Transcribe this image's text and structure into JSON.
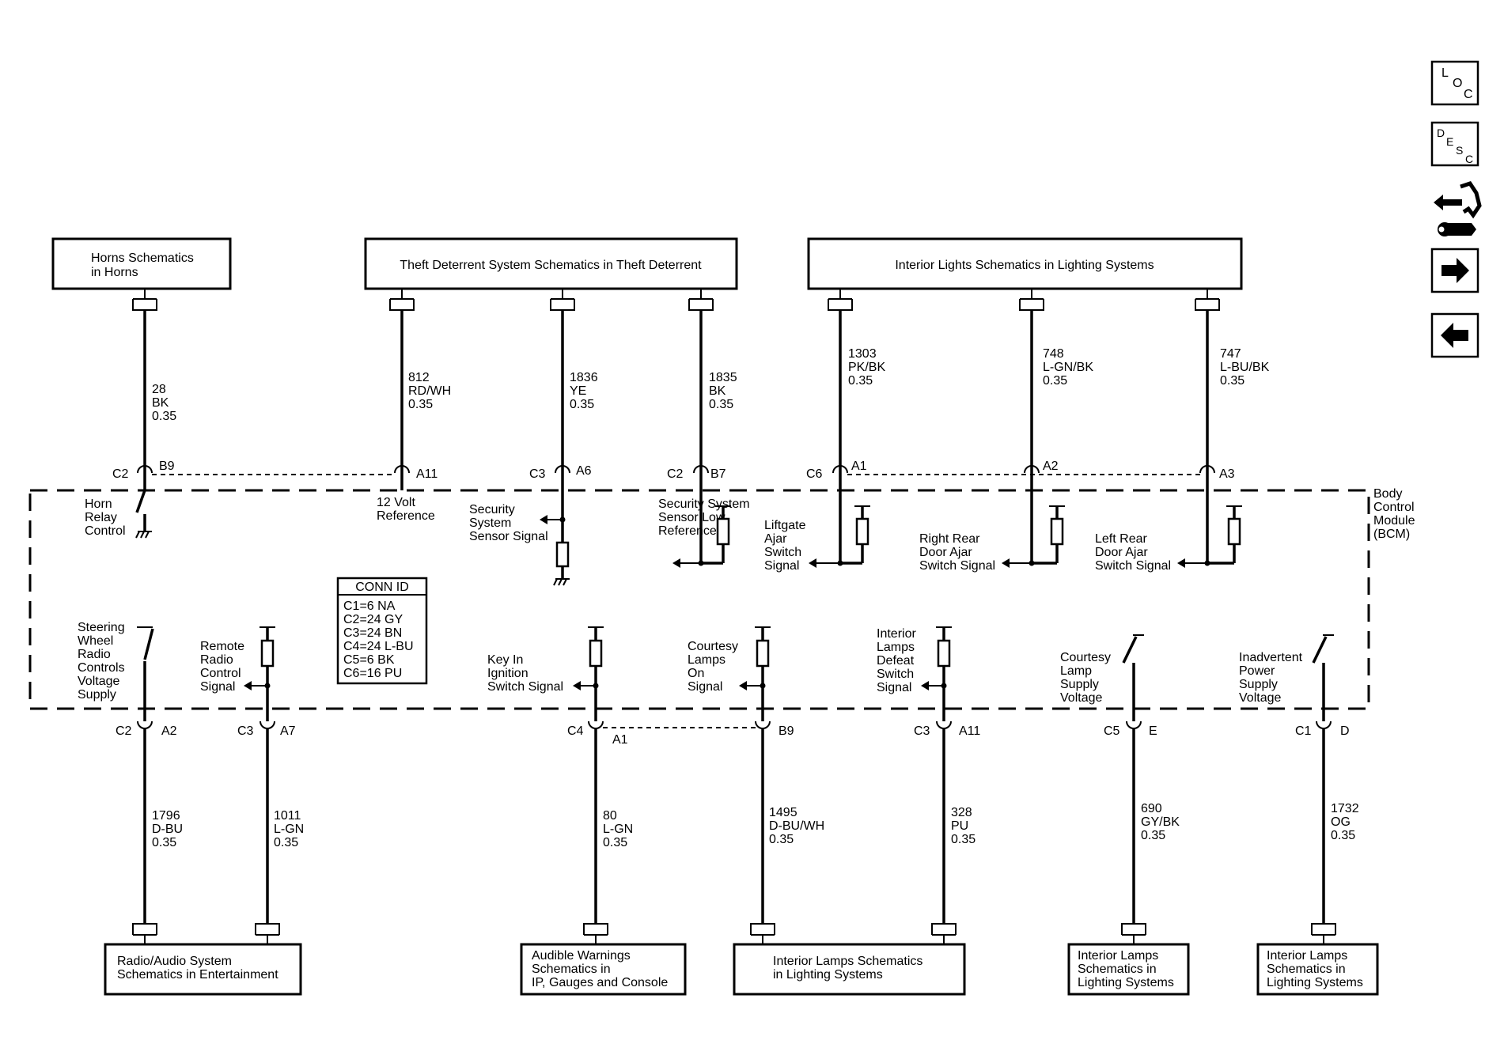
{
  "nav": {
    "loc": [
      "L",
      "O",
      "C"
    ],
    "desc": [
      "D",
      "E",
      "S",
      "C"
    ]
  },
  "top_boxes": {
    "horns": [
      "Horns Schematics",
      "in Horns"
    ],
    "theft": "Theft Deterrent System Schematics in Theft Deterrent",
    "interior": "Interior Lights Schematics in Lighting Systems"
  },
  "top_wires": [
    {
      "circuit": "28",
      "color": "BK",
      "size": "0.35",
      "conn": "C2",
      "pin": "B9"
    },
    {
      "circuit": "812",
      "color": "RD/WH",
      "size": "0.35",
      "conn": "",
      "pin": "A11"
    },
    {
      "circuit": "1836",
      "color": "YE",
      "size": "0.35",
      "conn": "C3",
      "pin": "A6"
    },
    {
      "circuit": "1835",
      "color": "BK",
      "size": "0.35",
      "conn": "C2",
      "pin": "B7"
    },
    {
      "circuit": "1303",
      "color": "PK/BK",
      "size": "0.35",
      "conn": "C6",
      "pin": "A1"
    },
    {
      "circuit": "748",
      "color": "L-GN/BK",
      "size": "0.35",
      "conn": "",
      "pin": "A2"
    },
    {
      "circuit": "747",
      "color": "L-BU/BK",
      "size": "0.35",
      "conn": "",
      "pin": "A3"
    }
  ],
  "bcm_label": [
    "Body",
    "Control",
    "Module",
    "(BCM)"
  ],
  "upper_labels": {
    "horn": [
      "Horn",
      "Relay",
      "Control"
    ],
    "ref12": [
      "12 Volt",
      "Reference"
    ],
    "security": [
      "Security",
      "System",
      "Sensor Signal"
    ],
    "security_low": [
      "Security System",
      "Sensor Low",
      "Reference"
    ],
    "liftgate": [
      "Liftgate",
      "Ajar",
      "Switch",
      "Signal"
    ],
    "right_rear": [
      "Right Rear",
      "Door Ajar",
      "Switch Signal"
    ],
    "left_rear": [
      "Left Rear",
      "Door Ajar",
      "Switch Signal"
    ]
  },
  "conn_id": {
    "title": "CONN ID",
    "rows": [
      "C1=6 NA",
      "C2=24 GY",
      "C3=24 BN",
      "C4=24 L-BU",
      "C5=6 BK",
      "C6=16 PU"
    ]
  },
  "lower_labels": {
    "steering": [
      "Steering",
      "Wheel",
      "Radio",
      "Controls",
      "Voltage",
      "Supply"
    ],
    "remote": [
      "Remote",
      "Radio",
      "Control",
      "Signal"
    ],
    "key_in": [
      "Key In",
      "Ignition",
      "Switch Signal"
    ],
    "courtesy_on": [
      "Courtesy",
      "Lamps",
      "On",
      "Signal"
    ],
    "defeat": [
      "Interior",
      "Lamps",
      "Defeat",
      "Switch",
      "Signal"
    ],
    "courtesy_supply": [
      "Courtesy",
      "Lamp",
      "Supply",
      "Voltage"
    ],
    "inadvertent": [
      "Inadvertent",
      "Power",
      "Supply",
      "Voltage"
    ]
  },
  "bottom_wires": [
    {
      "circuit": "1796",
      "color": "D-BU",
      "size": "0.35",
      "conn": "C2",
      "pin": "A2"
    },
    {
      "circuit": "1011",
      "color": "L-GN",
      "size": "0.35",
      "conn": "C3",
      "pin": "A7"
    },
    {
      "circuit": "80",
      "color": "L-GN",
      "size": "0.35",
      "conn": "C4",
      "pin": "A1"
    },
    {
      "circuit": "1495",
      "color": "D-BU/WH",
      "size": "0.35",
      "conn": "",
      "pin": "B9"
    },
    {
      "circuit": "328",
      "color": "PU",
      "size": "0.35",
      "conn": "C3",
      "pin": "A11"
    },
    {
      "circuit": "690",
      "color": "GY/BK",
      "size": "0.35",
      "conn": "C5",
      "pin": "E"
    },
    {
      "circuit": "1732",
      "color": "OG",
      "size": "0.35",
      "conn": "C1",
      "pin": "D"
    }
  ],
  "bottom_boxes": {
    "radio": [
      "Radio/Audio System",
      "Schematics in Entertainment"
    ],
    "audible": [
      "Audible Warnings",
      "Schematics in",
      "IP, Gauges and Console"
    ],
    "lamps_center": [
      "Interior Lamps Schematics",
      "in Lighting Systems"
    ],
    "lamps_a": [
      "Interior Lamps",
      "Schematics in",
      "Lighting Systems"
    ],
    "lamps_b": [
      "Interior Lamps",
      "Schematics in",
      "Lighting Systems"
    ]
  }
}
